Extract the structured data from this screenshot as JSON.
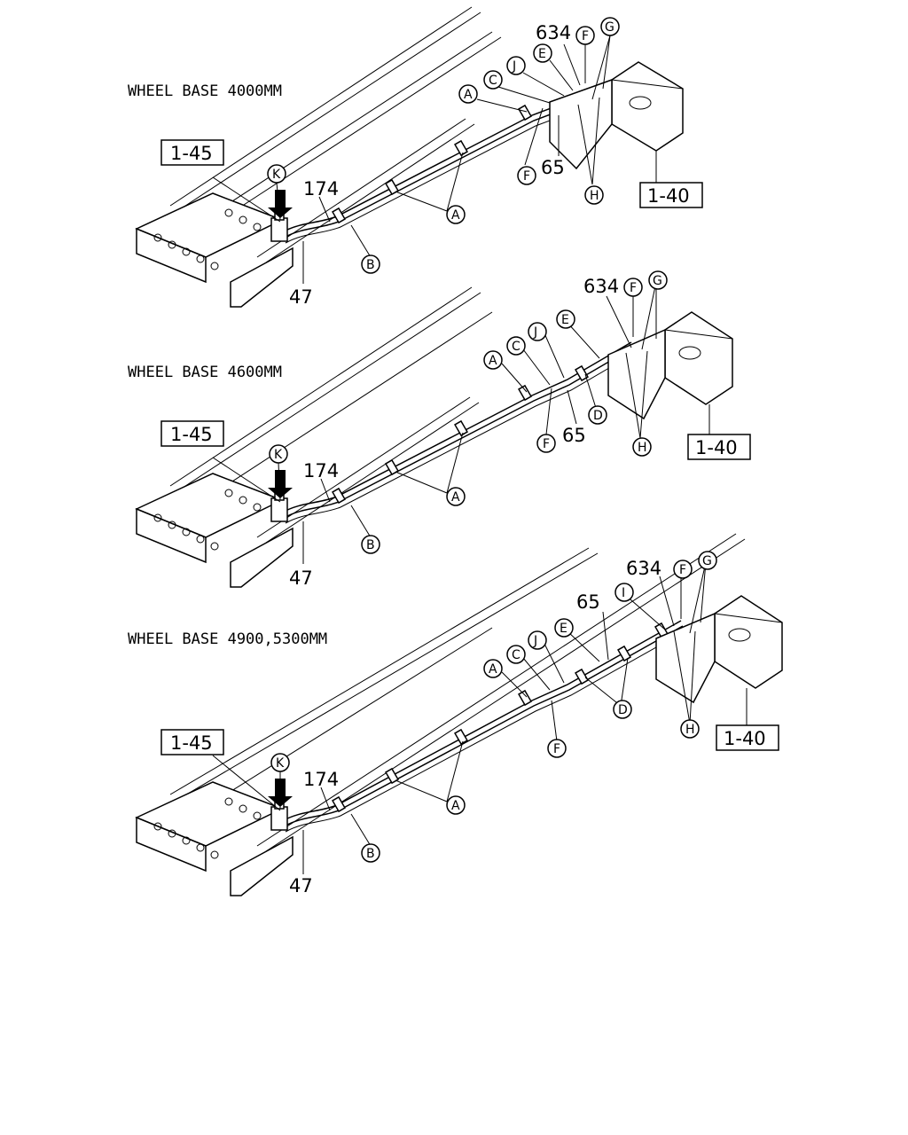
{
  "views": [
    {
      "heading": "WHEEL BASE 4000MM",
      "ref_left": "1-45",
      "ref_right": "1-40",
      "callouts": {
        "K": "K",
        "A1": "A",
        "A2": "A",
        "B": "B",
        "C": "C",
        "J": "J",
        "E": "E",
        "F1": "F",
        "F2": "F",
        "G": "G",
        "H": "H"
      },
      "parts": {
        "p174": "174",
        "p47": "47",
        "p65": "65",
        "p634": "634"
      }
    },
    {
      "heading": "WHEEL BASE 4600MM",
      "ref_left": "1-45",
      "ref_right": "1-40",
      "callouts": {
        "K": "K",
        "A1": "A",
        "A2": "A",
        "B": "B",
        "C": "C",
        "J": "J",
        "E": "E",
        "F1": "F",
        "F2": "F",
        "G": "G",
        "H": "H",
        "D": "D"
      },
      "parts": {
        "p174": "174",
        "p47": "47",
        "p65": "65",
        "p634": "634"
      }
    },
    {
      "heading": "WHEEL BASE 4900,5300MM",
      "ref_left": "1-45",
      "ref_right": "1-40",
      "callouts": {
        "K": "K",
        "A1": "A",
        "A2": "A",
        "B": "B",
        "C": "C",
        "J": "J",
        "E": "E",
        "F1": "F",
        "F2": "F",
        "G": "G",
        "H": "H",
        "D": "D",
        "I": "I"
      },
      "parts": {
        "p174": "174",
        "p47": "47",
        "p65": "65",
        "p634": "634"
      }
    }
  ]
}
